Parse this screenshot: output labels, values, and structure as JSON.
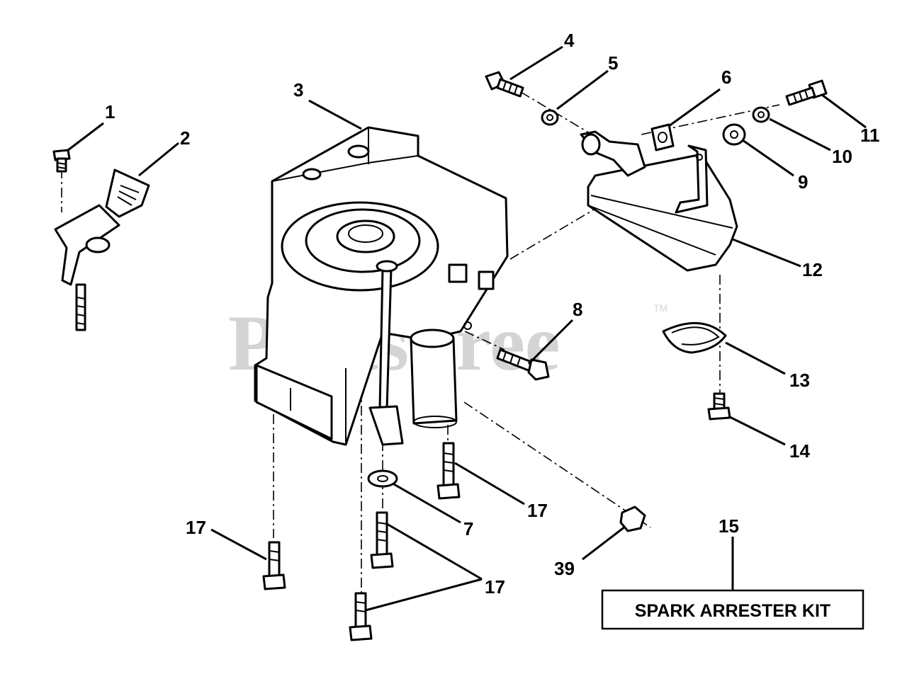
{
  "watermark": {
    "text": "PartsTree",
    "trademark": "TM"
  },
  "callouts": {
    "c1": "1",
    "c2": "2",
    "c3": "3",
    "c4": "4",
    "c5": "5",
    "c6": "6",
    "c7": "7",
    "c8": "8",
    "c9": "9",
    "c10": "10",
    "c11": "11",
    "c12": "12",
    "c13": "13",
    "c14": "14",
    "c15": "15",
    "c17a": "17",
    "c17b": "17",
    "c17c": "17",
    "c39": "39"
  },
  "kit_label": "SPARK ARRESTER KIT"
}
